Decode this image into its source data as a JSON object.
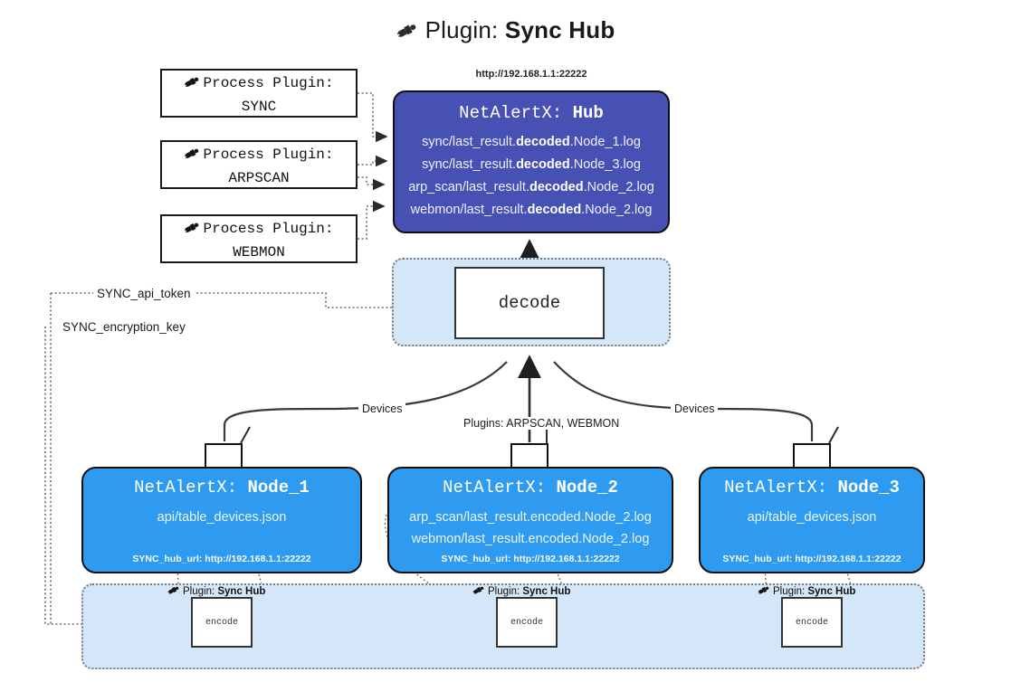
{
  "title": {
    "icon": "plug-icon",
    "prefix": "Plugin: ",
    "name": "Sync Hub"
  },
  "hub": {
    "url": "http://192.168.1.1:22222",
    "title_prefix": "NetAlertX: ",
    "title_name": "Hub",
    "loglines": [
      {
        "pre": "sync/last_result.",
        "em": "decoded",
        "post": ".Node_1.log"
      },
      {
        "pre": "sync/last_result.",
        "em": "decoded",
        "post": ".Node_3.log"
      },
      {
        "pre": "arp_scan/last_result.",
        "em": "decoded",
        "post": ".Node_2.log"
      },
      {
        "pre": "webmon/last_result.",
        "em": "decoded",
        "post": ".Node_2.log"
      }
    ]
  },
  "process_plugins": [
    {
      "icon": "plug-icon",
      "line1": "Process Plugin:",
      "line2": "SYNC"
    },
    {
      "icon": "plug-icon",
      "line1": "Process Plugin:",
      "line2": "ARPSCAN"
    },
    {
      "icon": "plug-icon",
      "line1": "Process Plugin:",
      "line2": "WEBMON"
    }
  ],
  "decode": {
    "label": "decode"
  },
  "secrets": [
    {
      "label": "SYNC_api_token"
    },
    {
      "label": "SYNC_encryption_key"
    }
  ],
  "edge_labels": [
    {
      "label": "Devices"
    },
    {
      "label": "Plugins: ARPSCAN, WEBMON"
    },
    {
      "label": "Devices"
    }
  ],
  "nodes": [
    {
      "title_prefix": "NetAlertX: ",
      "title_name": "Node_1",
      "lines": [
        "api/table_devices.json"
      ],
      "footer": "SYNC_hub_url: http://192.168.1.1:22222",
      "envelope_icon": "envelope-icon"
    },
    {
      "title_prefix": "NetAlertX: ",
      "title_name": "Node_2",
      "lines": [
        "arp_scan/last_result.encoded.Node_2.log",
        "webmon/last_result.encoded.Node_2.log"
      ],
      "footer": "SYNC_hub_url: http://192.168.1.1:22222",
      "envelope_icon": "envelope-icon"
    },
    {
      "title_prefix": "NetAlertX: ",
      "title_name": "Node_3",
      "lines": [
        "api/table_devices.json"
      ],
      "footer": "SYNC_hub_url: http://192.168.1.1:22222",
      "envelope_icon": "envelope-icon"
    }
  ],
  "encoders": [
    {
      "icon": "plug-icon",
      "label_prefix": "Plugin: ",
      "label_name": "Sync Hub",
      "box_label": "encode"
    },
    {
      "icon": "plug-icon",
      "label_prefix": "Plugin: ",
      "label_name": "Sync Hub",
      "box_label": "encode"
    },
    {
      "icon": "plug-icon",
      "label_prefix": "Plugin: ",
      "label_name": "Sync Hub",
      "box_label": "encode"
    }
  ],
  "colors": {
    "hub_fill": "#4751b4",
    "node_fill": "#2f9bf0",
    "band_fill": "#d4e7f8",
    "stroke": "#0e0e0e",
    "dotted": "#7a7a7a"
  }
}
